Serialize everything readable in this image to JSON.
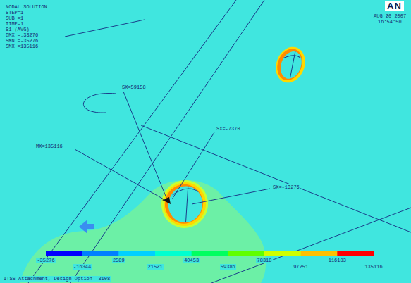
{
  "diagram": {
    "labels": [
      "NODAL SOLUTION",
      "STEP=1",
      "SUB =1",
      "TIME=1",
      "S1 (AVG)",
      "DMX =.33276",
      "SMN =-35276",
      "SMX =135116",
      "AN",
      "AUG 20 2007",
      "16:54:50",
      "SX=59158",
      "MX=135116",
      "SX=-7370",
      "SX=-13276",
      "-35276",
      "-16344",
      "2589",
      "21521",
      "40453",
      "59386",
      "78318",
      "97251",
      "116183",
      "135116",
      "ITSS Attachment, Design Option -3108"
    ]
  }
}
